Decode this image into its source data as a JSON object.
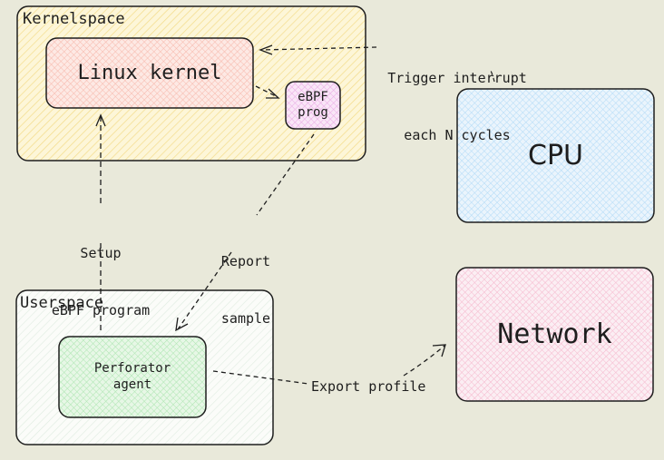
{
  "groups": {
    "kernelspace": {
      "title": "Kernelspace",
      "fill": "#fdf3c8"
    },
    "userspace": {
      "title": "Userspace",
      "fill": "#f4f8f2"
    }
  },
  "nodes": {
    "linux_kernel": {
      "label": "Linux kernel",
      "fill": "#ffd6cf"
    },
    "ebpf_prog": {
      "line1": "eBPF",
      "line2": "prog",
      "fill": "#f2c8f0"
    },
    "cpu": {
      "label": "CPU",
      "fill": "#cfe8fb"
    },
    "network": {
      "label": "Network",
      "fill": "#fcd3e1"
    },
    "perforator_agent": {
      "line1": "Perforator",
      "line2": "agent",
      "fill": "#c6f0c8"
    }
  },
  "edges": {
    "trigger": {
      "line1": "Trigger interrupt",
      "line2": "each N cycles"
    },
    "setup": {
      "line1": "Setup",
      "line2": "eBPF program"
    },
    "report": {
      "line1": "Report",
      "line2": "sample"
    },
    "export": {
      "label": "Export profile"
    }
  },
  "colors": {
    "stroke": "#1e1e1e",
    "background": "#e9e9da"
  }
}
